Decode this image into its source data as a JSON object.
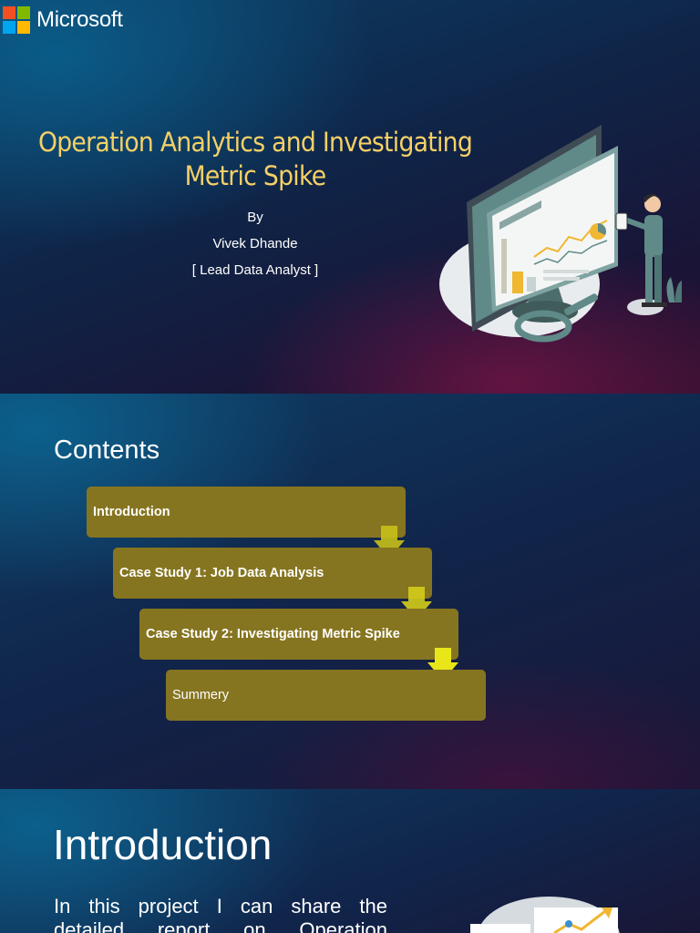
{
  "brand": {
    "name": "Microsoft",
    "colors": [
      "#f25022",
      "#7fba00",
      "#00a4ef",
      "#ffb900"
    ]
  },
  "slide1": {
    "title_line1": "Operation Analytics and Investigating",
    "title_line2": "Metric Spike",
    "by": "By",
    "author": "Vivek Dhande",
    "role": "[ Lead Data Analyst ]",
    "illustration": "analytics-dashboard-illustration"
  },
  "slide2": {
    "title": "Contents",
    "items": [
      {
        "label": "Introduction"
      },
      {
        "label": "Case Study 1: Job Data Analysis"
      },
      {
        "label": "Case Study 2: Investigating Metric Spike"
      },
      {
        "label": "Summery"
      }
    ],
    "box_color": "#867520",
    "arrow_color": "#e8e619"
  },
  "slide3": {
    "title": "Introduction",
    "text_line1": "In this project I can share the",
    "text_line2": "detailed report on Operation"
  }
}
